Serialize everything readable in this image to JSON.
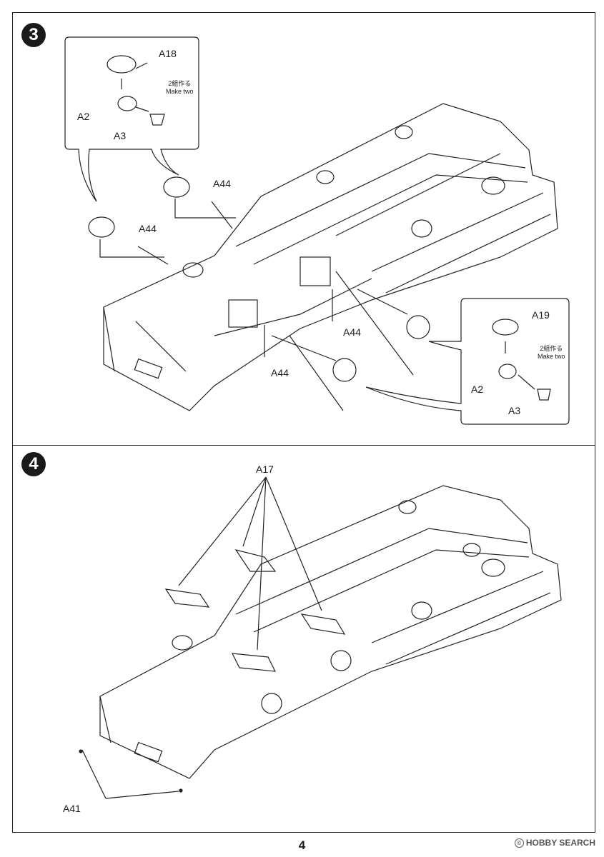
{
  "page_number": "4",
  "watermark": {
    "symbol": "©",
    "brand": "HOBBY SEARCH"
  },
  "step3": {
    "number": "3",
    "callout_left": {
      "parts": [
        "A18",
        "A2",
        "A3"
      ],
      "note_jp": "2組作る",
      "note_en": "Make two"
    },
    "callout_right": {
      "parts": [
        "A19",
        "A2",
        "A3"
      ],
      "note_jp": "2組作る",
      "note_en": "Make two"
    },
    "labels": [
      "A44",
      "A44",
      "A44",
      "A44"
    ]
  },
  "step4": {
    "number": "4",
    "labels": [
      "A17",
      "A41"
    ]
  }
}
